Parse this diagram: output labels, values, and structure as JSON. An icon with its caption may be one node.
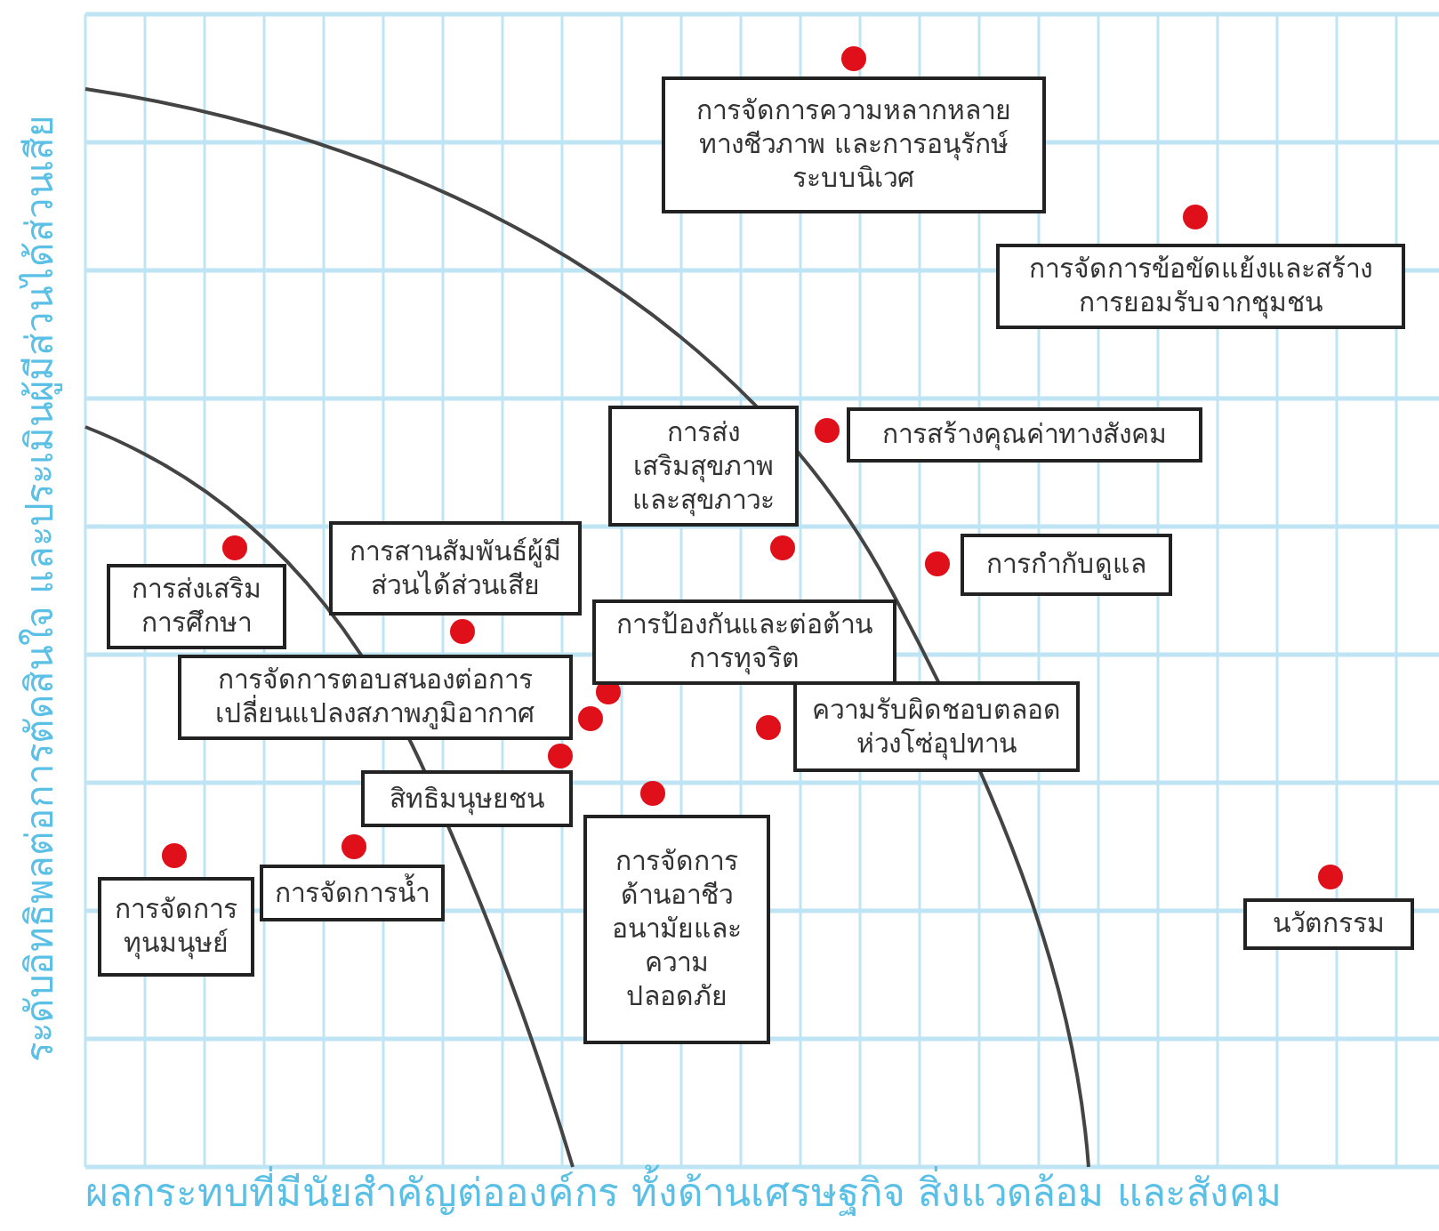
{
  "diagram": {
    "nodes": [
      {
        "text": [
          "การจัดการความหลากหลายทางชีวภาพ และการอนุรักษ์ระบบนิเวศ"
        ]
      },
      {
        "text": [
          "การจัดการข้อขัดแย้งและสร้างการยอมรับจากชุมชน"
        ]
      },
      {
        "text": [
          "การส่งเสริมสุขภาพและสุขภาวะ"
        ]
      },
      {
        "text": [
          "การสร้างคุณค่าทางสังคม"
        ]
      },
      {
        "text": [
          "การกำกับดูแล"
        ]
      },
      {
        "text": [
          "การส่งเสริมการศึกษา"
        ]
      },
      {
        "text": [
          "การสานสัมพันธ์ผู้มีส่วนได้ส่วนเสีย"
        ]
      },
      {
        "text": [
          "การป้องกันและต่อต้านการทุจริต"
        ]
      },
      {
        "text": [
          "การจัดการตอบสนองต่อการเปลี่ยนแปลงสภาพภูมิอากาศ"
        ]
      },
      {
        "text": [
          "ความรับผิดชอบตลอดห่วงโซ่อุปทาน"
        ]
      },
      {
        "text": [
          "สิทธิมนุษยชน"
        ]
      },
      {
        "text": [
          "การจัดการด้านอาชีวอนามัยและความปลอดภัย"
        ]
      },
      {
        "text": [
          "การจัดการทุนมนุษย์"
        ]
      },
      {
        "text": [
          "การจัดการน้ำ"
        ]
      },
      {
        "text": [
          "นวัตกรรม"
        ]
      }
    ],
    "edges": [],
    "labels": [
      "ระดับอิทธิพลต่อการตัดสินใจ และประเมินผู้มีส่วนได้ส่วนเสีย",
      "ผลกระทบที่มีนัยสำคัญต่อองค์กร ทั้งด้านเศรษฐกิจ สิ่งแวดล้อม และสังคม"
    ]
  }
}
